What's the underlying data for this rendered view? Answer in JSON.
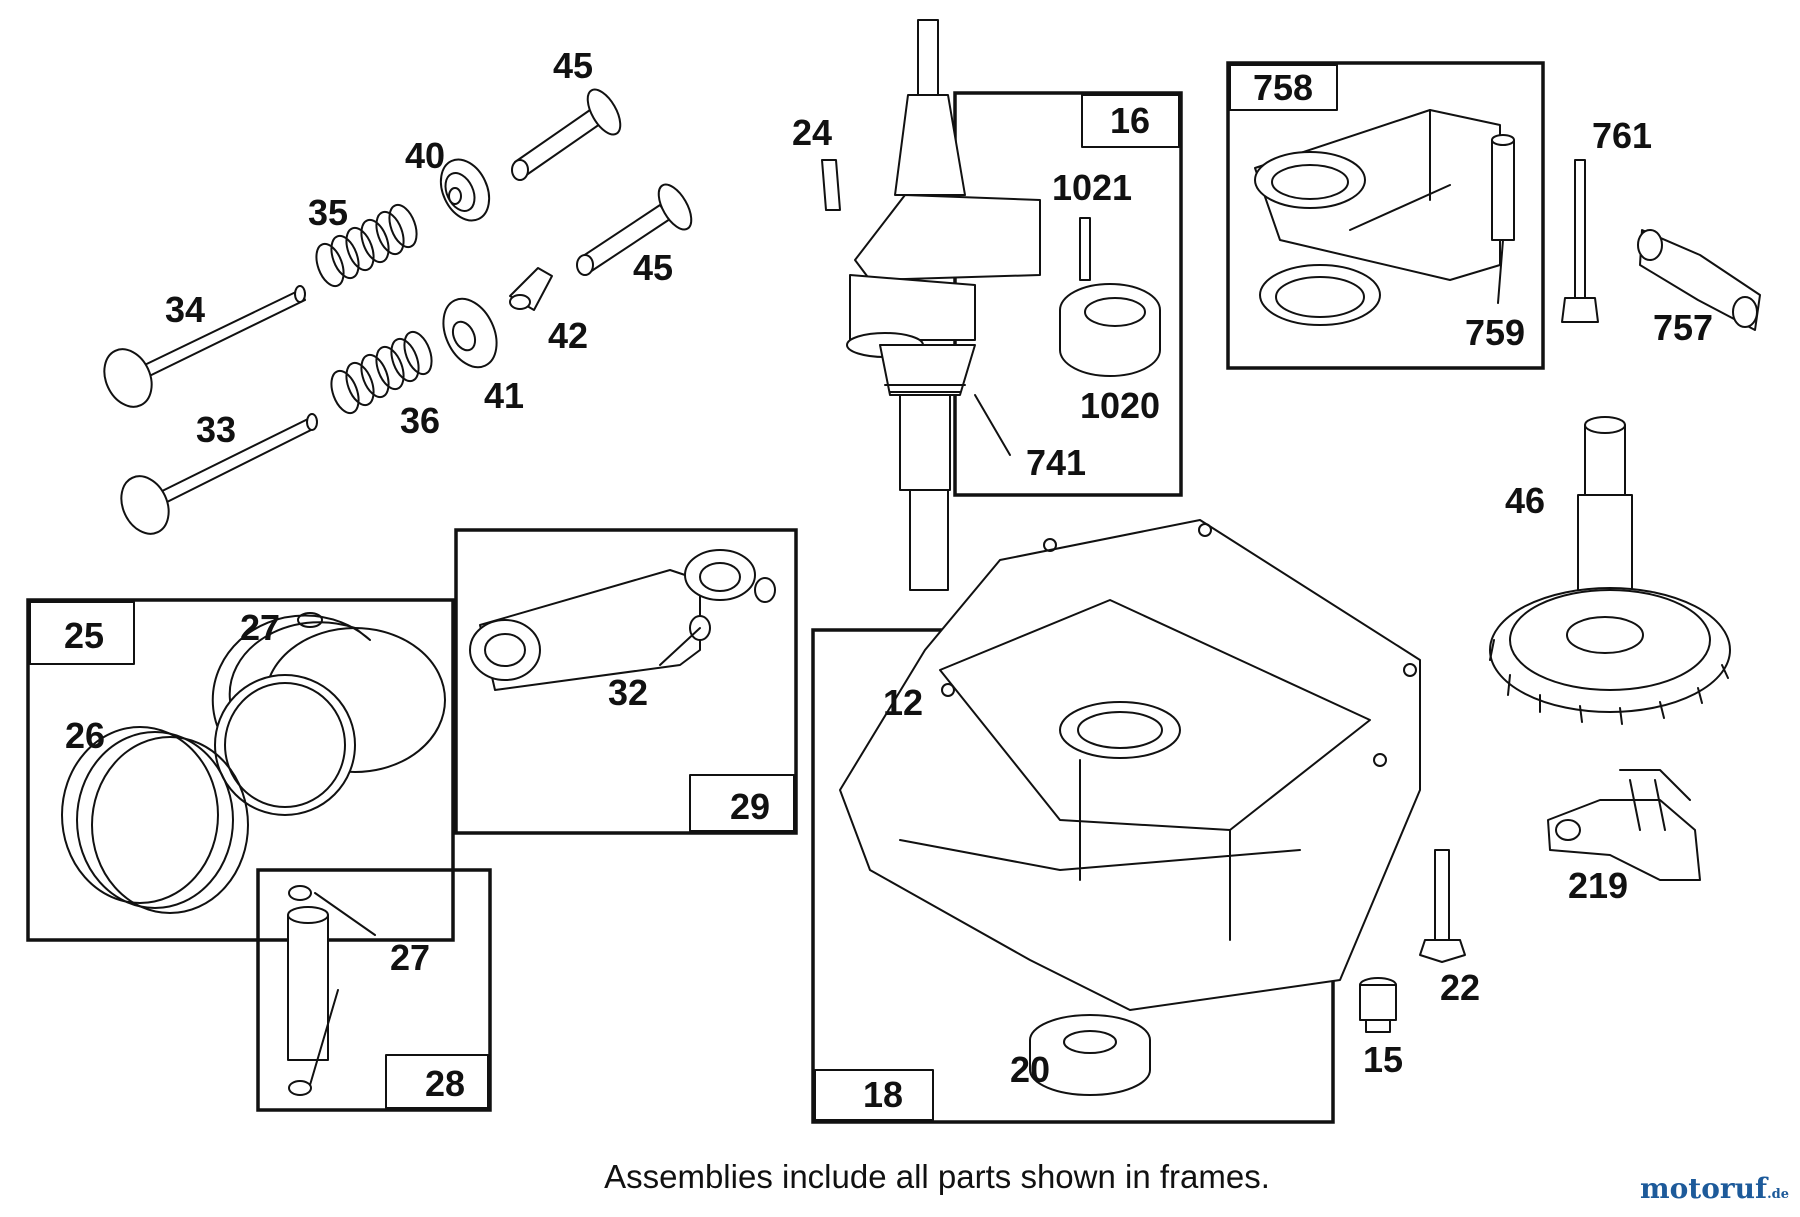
{
  "diagram": {
    "caption": "Assemblies include all parts shown in frames.",
    "watermark": {
      "main": "motoruf",
      "suffix": ".de"
    },
    "frames": [
      {
        "id": "16",
        "label": "16"
      },
      {
        "id": "758",
        "label": "758"
      },
      {
        "id": "25",
        "label": "25"
      },
      {
        "id": "29",
        "label": "29"
      },
      {
        "id": "28",
        "label": "28"
      },
      {
        "id": "18",
        "label": "18"
      }
    ],
    "callouts": [
      {
        "id": "45a",
        "label": "45"
      },
      {
        "id": "40",
        "label": "40"
      },
      {
        "id": "35",
        "label": "35"
      },
      {
        "id": "45b",
        "label": "45"
      },
      {
        "id": "34",
        "label": "34"
      },
      {
        "id": "42",
        "label": "42"
      },
      {
        "id": "41",
        "label": "41"
      },
      {
        "id": "36",
        "label": "36"
      },
      {
        "id": "33",
        "label": "33"
      },
      {
        "id": "24",
        "label": "24"
      },
      {
        "id": "1021",
        "label": "1021"
      },
      {
        "id": "1020",
        "label": "1020"
      },
      {
        "id": "741",
        "label": "741"
      },
      {
        "id": "759",
        "label": "759"
      },
      {
        "id": "761",
        "label": "761"
      },
      {
        "id": "757",
        "label": "757"
      },
      {
        "id": "46",
        "label": "46"
      },
      {
        "id": "27a",
        "label": "27"
      },
      {
        "id": "26",
        "label": "26"
      },
      {
        "id": "32",
        "label": "32"
      },
      {
        "id": "27b",
        "label": "27"
      },
      {
        "id": "12",
        "label": "12"
      },
      {
        "id": "219",
        "label": "219"
      },
      {
        "id": "22",
        "label": "22"
      },
      {
        "id": "15",
        "label": "15"
      },
      {
        "id": "20",
        "label": "20"
      }
    ]
  },
  "colors": {
    "ink": "#111111",
    "paper": "#ffffff",
    "watermark_blue": "#1d5a9a",
    "watermark_red": "#d9322b"
  }
}
